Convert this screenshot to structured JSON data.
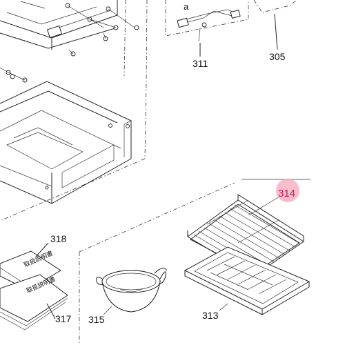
{
  "callouts": {
    "p305": "305",
    "p311": "311",
    "p313": "313",
    "p314": "314",
    "p315": "315",
    "p317": "317",
    "p318": "318",
    "sub_a": "a"
  },
  "booklets": {
    "manual_1_title": "取扱説明書",
    "manual_2_title": "取扱説明書"
  },
  "colors": {
    "highlight_fill": "#f4a7b9",
    "highlight_text": "#c2185b",
    "line": "#222222"
  }
}
